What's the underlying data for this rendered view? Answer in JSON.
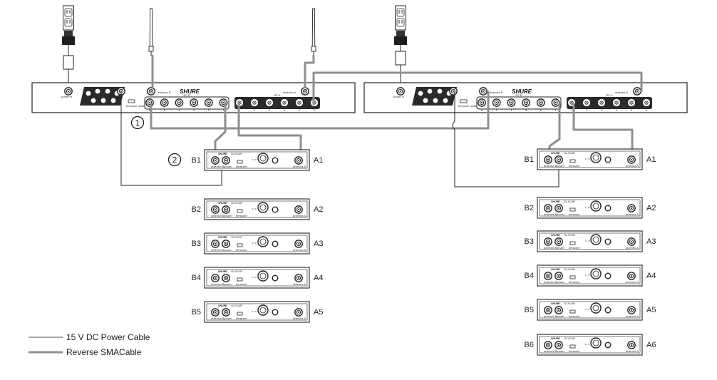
{
  "step_markers": [
    "1",
    "2"
  ],
  "distributors": [
    {
      "brand": "SHURE",
      "power_in_label": "power in",
      "power_out_label": "power out",
      "firmware_label": "firmware update",
      "antenna_b_label": "antenna B",
      "antenna_a_label": "antenna A",
      "rf_b_label": "RF B",
      "rf_a_label": "RF A",
      "port_numbers": [
        "1",
        "2",
        "3",
        "4",
        "5",
        "6"
      ]
    },
    {
      "brand": "SHURE",
      "power_in_label": "power in",
      "power_out_label": "power out",
      "firmware_label": "firmware update",
      "antenna_b_label": "antenna B",
      "antenna_a_label": "antenna A",
      "rf_b_label": "RF B",
      "rf_a_label": "RF A",
      "port_numbers": [
        "1",
        "2",
        "3",
        "4",
        "5",
        "6"
      ]
    }
  ],
  "receiver": {
    "brand": "SHURE",
    "model": "GLXD4R",
    "antenna_b_label": "antenna B",
    "antenna_a_label": "antenna A",
    "power_label": "power",
    "firmware_label": "firmware"
  },
  "receivers_left": [
    {
      "left": "B1",
      "right": "A1"
    },
    {
      "left": "B2",
      "right": "A2"
    },
    {
      "left": "B3",
      "right": "A3"
    },
    {
      "left": "B4",
      "right": "A4"
    },
    {
      "left": "B5",
      "right": "A5"
    }
  ],
  "receivers_right": [
    {
      "left": "B1",
      "right": "A1"
    },
    {
      "left": "B2",
      "right": "A2"
    },
    {
      "left": "B3",
      "right": "A3"
    },
    {
      "left": "B4",
      "right": "A4"
    },
    {
      "left": "B5",
      "right": "A5"
    },
    {
      "left": "B6",
      "right": "A6"
    }
  ],
  "legend": [
    {
      "label": "15 V DC Power Cable",
      "style": "thin"
    },
    {
      "label": "Reverse SMACable",
      "style": "thick"
    }
  ],
  "colors": {
    "line": "#222222",
    "cable_gray": "#8f8f8f",
    "panel_fill": "#ffffff",
    "dark_panel": "#2a2a2a"
  }
}
